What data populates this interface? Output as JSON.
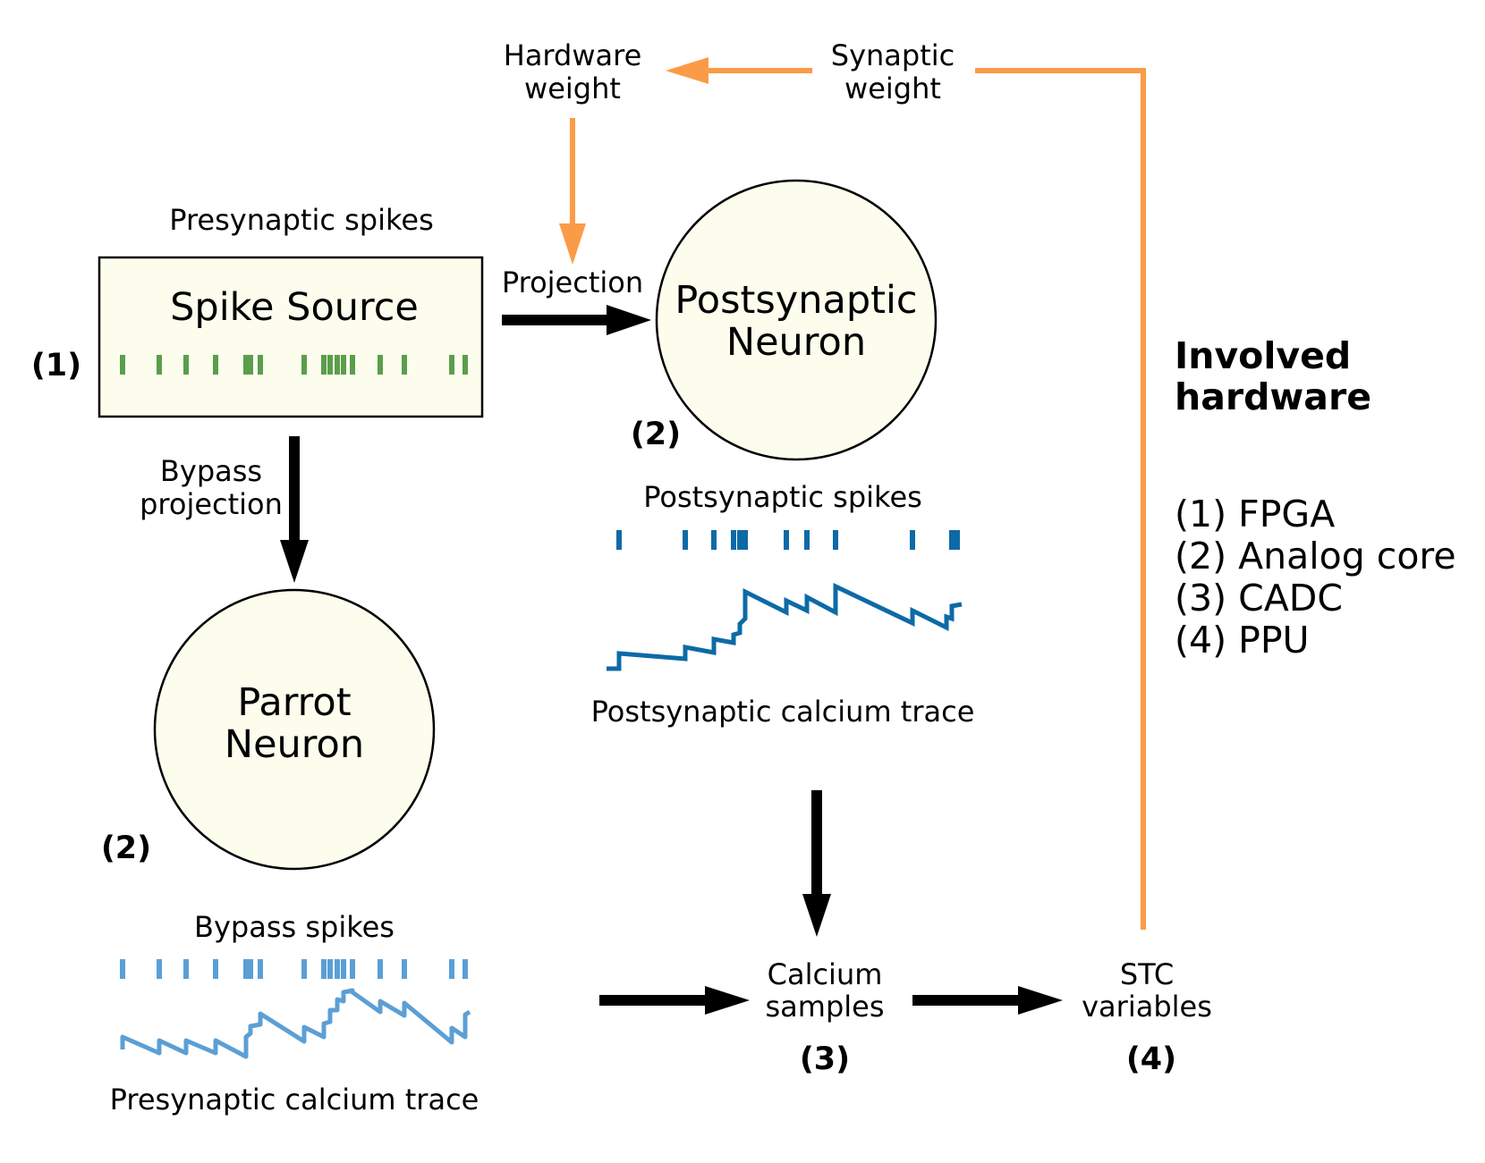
{
  "colors": {
    "node_fill": "#fdfdee",
    "pre_spike": "#5a9e4b",
    "post_spike": "#0d6aa6",
    "bypass": "#5b9fd6",
    "weight_path": "#fb9b47",
    "arrow": "#000000"
  },
  "labels": {
    "hardware_weight": [
      "Hardware",
      "weight"
    ],
    "synaptic_weight": [
      "Synaptic",
      "weight"
    ],
    "presynaptic_spikes": "Presynaptic spikes",
    "spike_source": "Spike Source",
    "projection": "Projection",
    "postsynaptic_neuron": [
      "Postsynaptic",
      "Neuron"
    ],
    "bypass_projection": [
      "Bypass",
      "projection"
    ],
    "parrot_neuron": [
      "Parrot",
      "Neuron"
    ],
    "postsynaptic_spikes": "Postsynaptic spikes",
    "postsynaptic_calcium_trace": "Postsynaptic calcium trace",
    "bypass_spikes": "Bypass spikes",
    "presynaptic_calcium_trace": "Presynaptic calcium trace",
    "calcium_samples": [
      "Calcium",
      "samples"
    ],
    "stc_variables": [
      "STC",
      "variables"
    ]
  },
  "tags": {
    "spike_source": "(1)",
    "postsynaptic": "(2)",
    "parrot": "(2)",
    "calcium_samples": "(3)",
    "stc": "(4)"
  },
  "hardware": {
    "title": [
      "Involved",
      "hardware"
    ],
    "items": [
      "(1) FPGA",
      "(2) Analog core",
      "(3) CADC",
      "(4) PPU"
    ]
  }
}
